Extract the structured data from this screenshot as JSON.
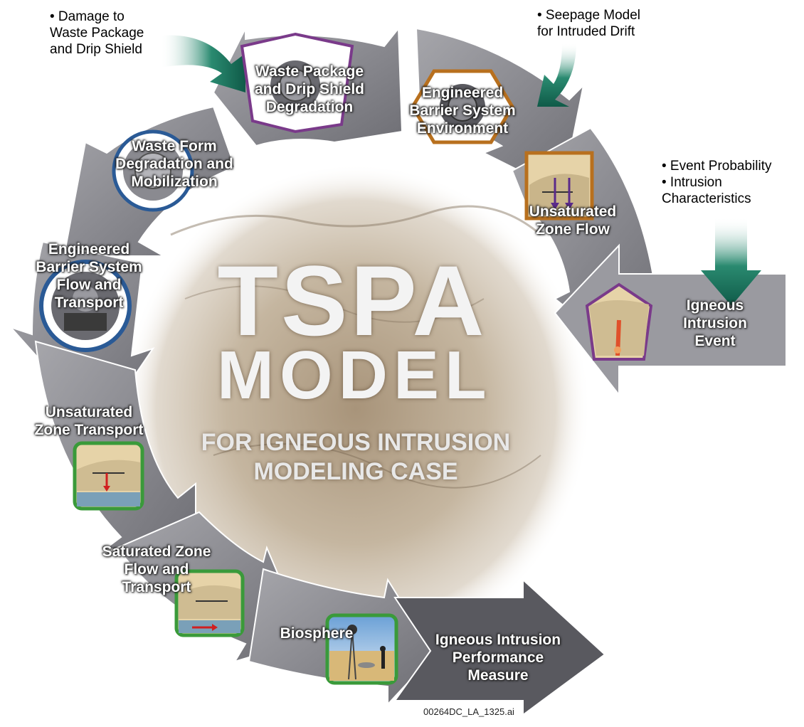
{
  "title": {
    "main": "TSPA",
    "model": "MODEL",
    "sub_line1": "FOR IGNEOUS INTRUSION",
    "sub_line2": "MODELING CASE"
  },
  "steps": {
    "waste_package": "Waste Package\nand Drip Shield\nDegradation",
    "ebs_environment": "Engineered\nBarrier System\nEnvironment",
    "unsaturated_flow": "Unsaturated\nZone Flow",
    "igneous_event": "Igneous\nIntrusion\nEvent",
    "waste_form": "Waste Form\nDegradation and\nMobilization",
    "ebs_flow": "Engineered\nBarrier System\nFlow and\nTransport",
    "uz_transport": "Unsaturated\nZone Transport",
    "sz_flow": "Saturated Zone\nFlow and\nTransport",
    "biosphere": "Biosphere",
    "performance": "Igneous Intrusion\nPerformance\nMeasure"
  },
  "notes": {
    "damage": "• Damage to\n  Waste Package\n  and Drip Shield",
    "seepage": "• Seepage Model\n  for Intruded Drift",
    "event": "• Event Probability\n• Intrusion\n  Characteristics"
  },
  "figure_id": "00264DC_LA_1325.ai",
  "colors": {
    "ring": "#8c8c92",
    "ring_light": "#b9b9be",
    "ring_dark": "#5a5a60",
    "teal_arrow": "#0f6a55",
    "icon_orange": "#b8701e",
    "icon_purple": "#7a3a8a",
    "icon_blue": "#2a5a96",
    "icon_green": "#3a9a3a",
    "terrain": "#e6d3a8"
  }
}
